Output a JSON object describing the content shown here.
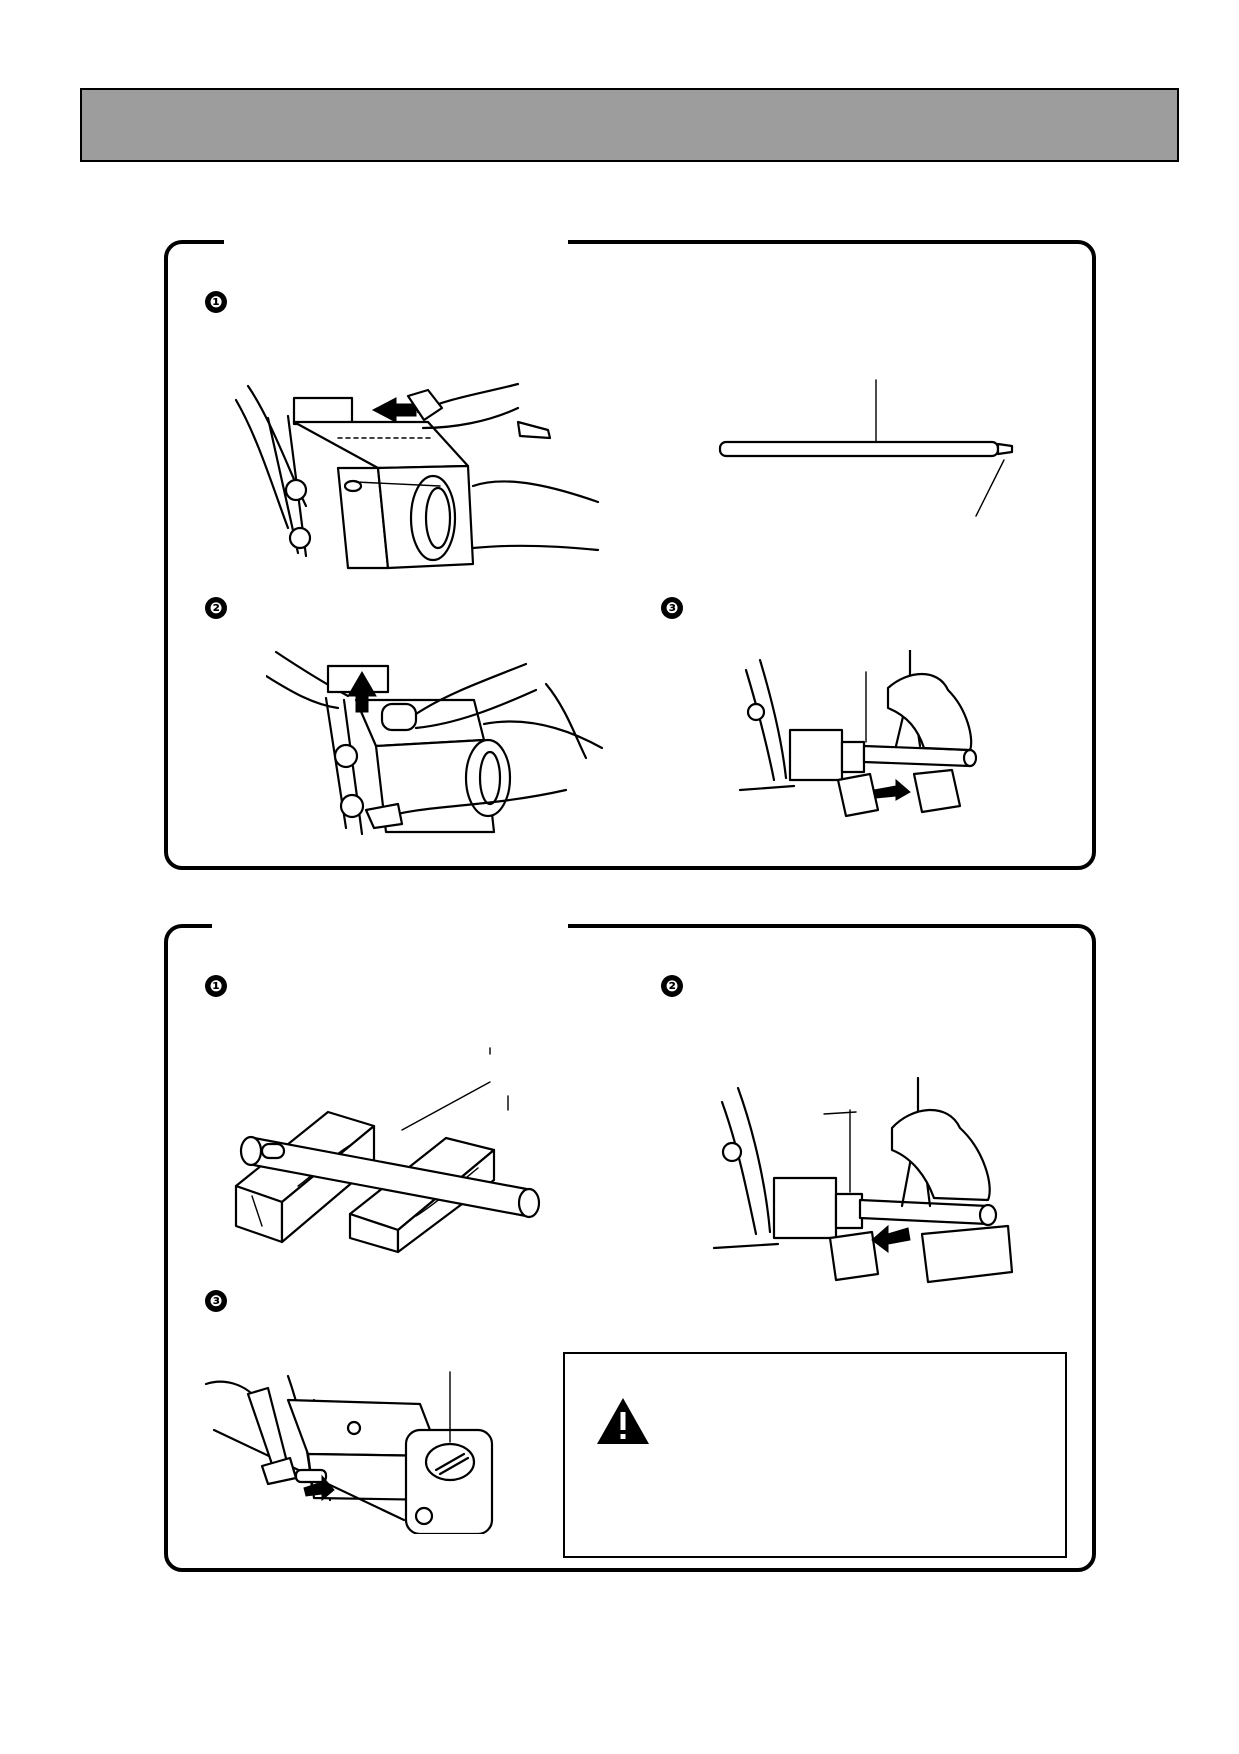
{
  "header": {
    "title": ""
  },
  "panel_removal": {
    "heading": "",
    "steps": [
      {
        "num": "❶",
        "text": ""
      },
      {
        "num": "❷",
        "text": ""
      },
      {
        "num": "❸",
        "text": ""
      }
    ]
  },
  "panel_install": {
    "heading": "",
    "steps": [
      {
        "num": "❶",
        "text": ""
      },
      {
        "num": "❷",
        "text": ""
      },
      {
        "num": "❸",
        "text": ""
      }
    ]
  },
  "caution": {
    "icon": "warning-triangle-icon",
    "title": "",
    "text": ""
  },
  "colors": {
    "header_bar": "#9d9d9d",
    "ink": "#000000"
  }
}
